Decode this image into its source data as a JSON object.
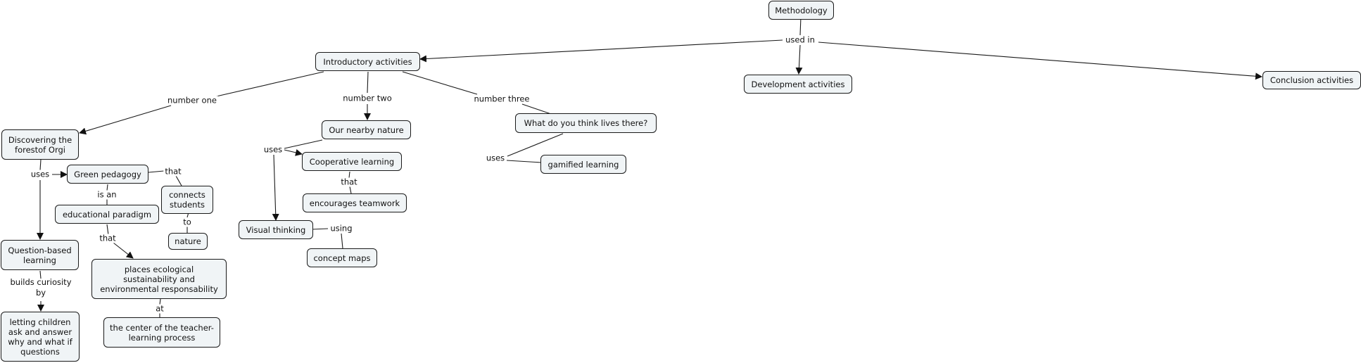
{
  "nodes": {
    "methodology": "Methodology",
    "introductory": "Introductory activities",
    "development": "Development activities",
    "conclusion": "Conclusion activities",
    "discovering": "Discovering the forestof Orgi",
    "nearby_nature": "Our nearby nature",
    "what_lives": "What do you think lives there?",
    "gamified": "gamified learning",
    "cooperative": "Cooperative learning",
    "teamwork": "encourages teamwork",
    "visual": "Visual thinking",
    "concept_maps": "concept maps",
    "green": "Green pedagogy",
    "connects": "connects students",
    "nature": "nature",
    "paradigm": "educational paradigm",
    "places": "places ecological sustainability and environmental responsability",
    "center": "the center of the teacher-learning process",
    "question": "Question-based learning",
    "letting": "letting children ask and answer why and what if questions"
  },
  "links": {
    "used_in": "used in",
    "number_one": "number one",
    "number_two": "number two",
    "number_three": "number three",
    "uses_nearby": "uses",
    "uses_what": "uses",
    "that_coop": "that",
    "using": "using",
    "uses_disc": "uses",
    "that_green": "that",
    "is_an": "is an",
    "to": "to",
    "that_paradigm": "that",
    "at": "at",
    "builds": "builds curiosity by"
  }
}
